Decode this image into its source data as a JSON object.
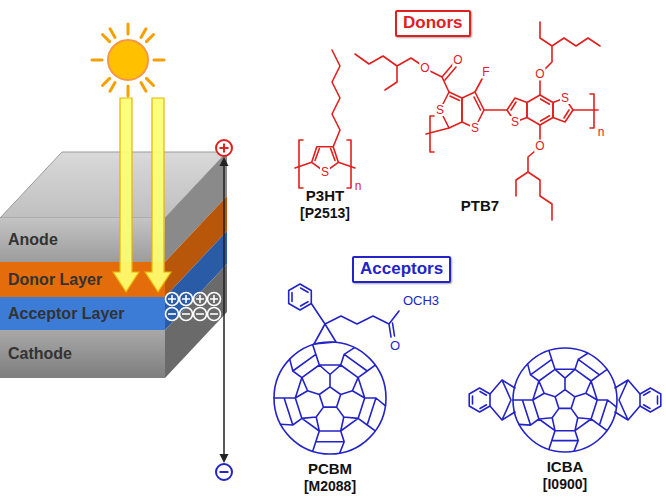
{
  "diagram": {
    "nodes": [
      {
        "text": [
          "Anode"
        ]
      },
      {
        "text": [
          "Donor Layer"
        ]
      },
      {
        "text": [
          "Acceptor Layer"
        ]
      },
      {
        "text": [
          "Cathode"
        ]
      },
      {
        "text": [
          "Donors"
        ]
      },
      {
        "text": [
          "Acceptors"
        ]
      }
    ],
    "labels": [
      "P3HT",
      "[P2513]",
      "PTB7",
      "PCBM",
      "[M2088]",
      "ICBA",
      "[I0900]",
      "OCH3",
      "O",
      "S",
      "n",
      "O",
      "O",
      "F",
      "S",
      "S",
      "O",
      "O",
      "S",
      "S",
      "n"
    ]
  }
}
